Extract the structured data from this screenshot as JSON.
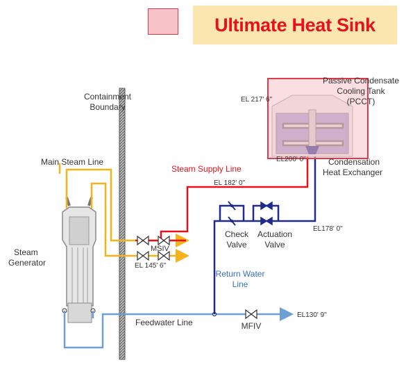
{
  "legend": {
    "label": "Ultimate Heat Sink",
    "swatch_fill": "#f7c2c8",
    "swatch_border": "#e23a4a",
    "label_color": "#e8101e",
    "label_background": "#fbe6b0"
  },
  "labels": {
    "containment_boundary_1": "Containment",
    "containment_boundary_2": "Boundary",
    "main_steam_line": "Main Steam Line",
    "steam_generator_1": "Steam",
    "steam_generator_2": "Generator",
    "steam_supply_line": "Steam Supply Line",
    "el_182": "EL 182' 0\"",
    "el_217": "EL 217' 6\"",
    "el_200": "EL200' 0\"",
    "pcct_1": "Passive Condensate",
    "pcct_2": "Cooling Tank",
    "pcct_3": "(PCCT)",
    "condensation_hx_1": "Condensation",
    "condensation_hx_2": "Heat Exchanger",
    "msiv": "MSIV",
    "el_145": "EL 145' 6\"",
    "check_valve_1": "Check",
    "check_valve_2": "Valve",
    "actuation_valve_1": "Actuation",
    "actuation_valve_2": "Valve",
    "el_178": "EL178' 0\"",
    "return_water_line_1": "Return Water",
    "return_water_line_2": "Line",
    "feedwater_line": "Feedwater Line",
    "mfiv": "MFIV",
    "el_130": "EL130' 9\""
  },
  "colors": {
    "steam": "#f5b21b",
    "steam_supply": "#e8101e",
    "return_water": "#1f2a8a",
    "feedwater": "#6d9fd6",
    "wall": "#8a8a8a",
    "tank_water": "#9c9ad0",
    "uhs_fill": "#f7c2c8"
  }
}
